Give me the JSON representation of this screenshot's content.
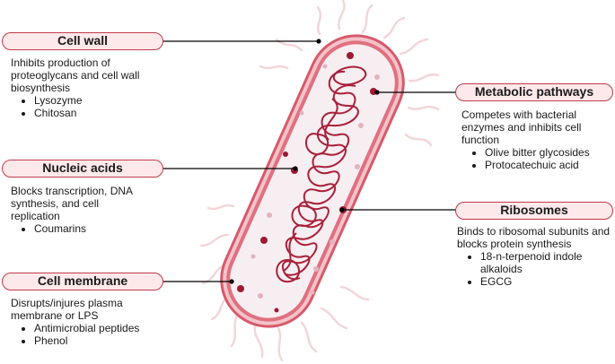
{
  "cards": [
    {
      "key": "cell_wall",
      "title": "Cell wall",
      "description": "Inhibits production of proteoglycans and cell wall biosynthesis",
      "examples": [
        "Lysozyme",
        "Chitosan"
      ]
    },
    {
      "key": "metabolic_pathways",
      "title": "Metabolic pathways",
      "description": "Competes with bacterial enzymes and inhibits cell function",
      "examples": [
        "Olive bitter glycosides",
        "Protocatechuic acid"
      ]
    },
    {
      "key": "nucleic_acids",
      "title": "Nucleic acids",
      "description": "Blocks transcription, DNA synthesis, and cell replication",
      "examples": [
        "Coumarins"
      ]
    },
    {
      "key": "ribosomes",
      "title": "Ribosomes",
      "description": "Binds to ribosomal subunits and blocks protein synthesis",
      "examples": [
        "18-n-terpenoid indole alkaloids",
        "EGCG"
      ]
    },
    {
      "key": "cell_membrane",
      "title": "Cell membrane",
      "description": "Disrupts/injures plasma membrane or LPS",
      "examples": [
        "Antimicrobial peptides",
        "Phenol"
      ]
    }
  ],
  "colors": {
    "label_border": "#c23a4b",
    "label_fill": "#fde9ea",
    "membrane_outer": "#d75a6a",
    "membrane_mid": "#f3c3c9",
    "cytoplasm": "#f7eef1",
    "dna": "#a8203a",
    "granule_dark": "#9c1a35",
    "granule_light": "#e2b4bd",
    "flagella": "#f3d6da",
    "leader_line": "#000000"
  }
}
